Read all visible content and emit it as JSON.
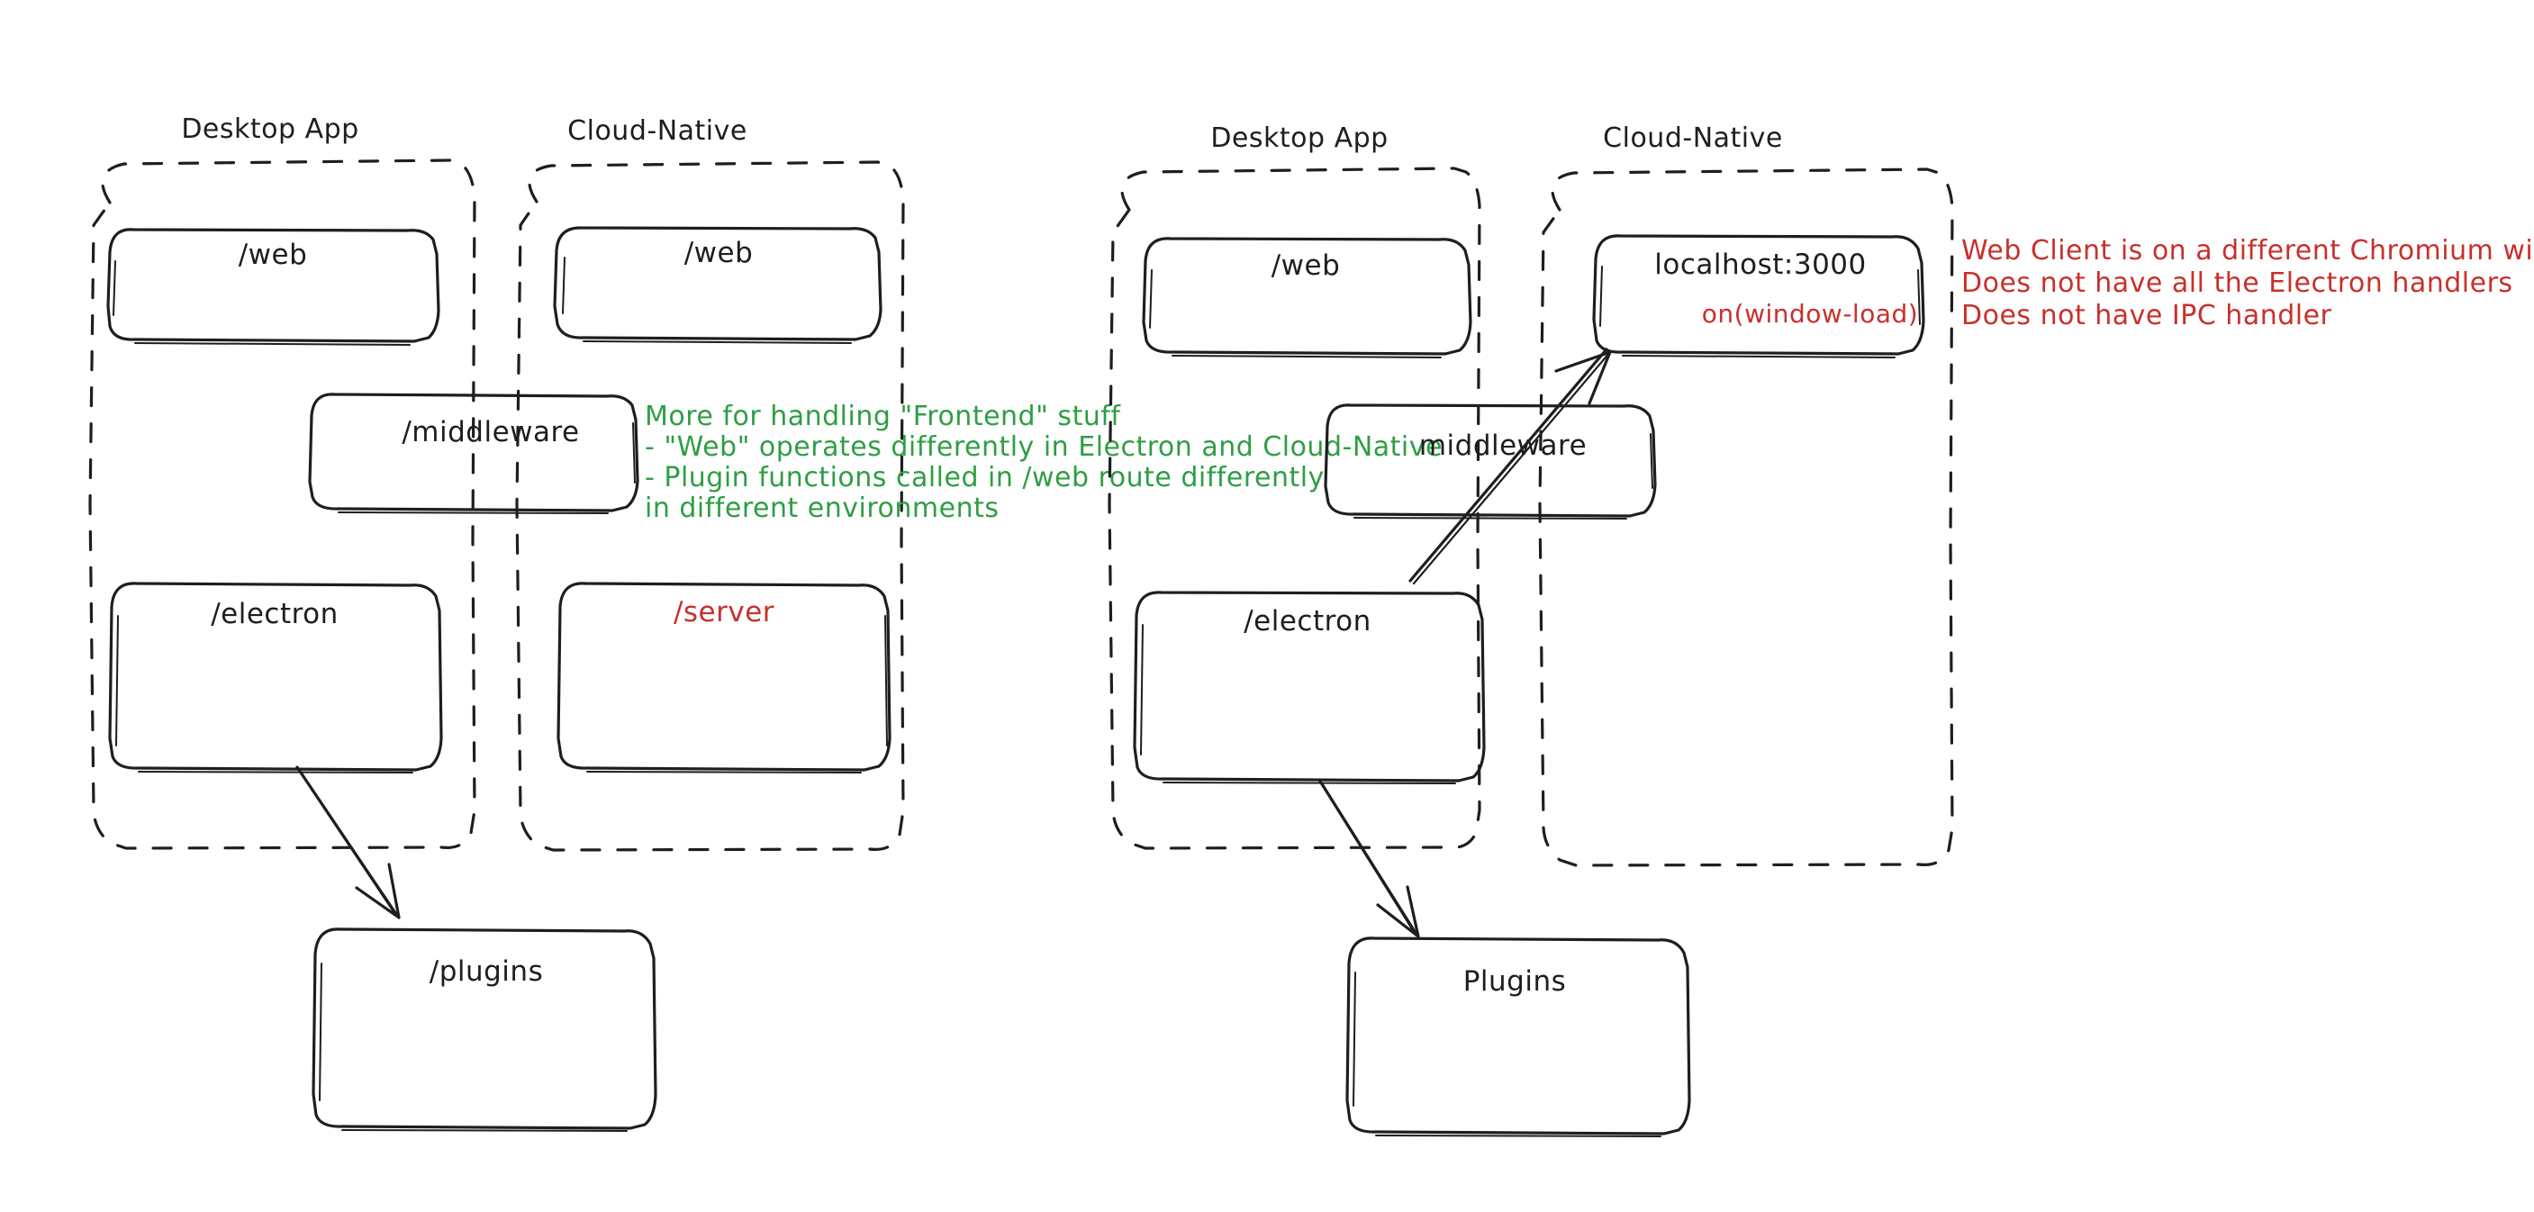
{
  "diagram": {
    "title_hidden": "",
    "colors": {
      "stroke": "#1e1e1e",
      "green": "#2f9e44",
      "red": "#c9302c",
      "background": "#ffffff"
    },
    "panels": [
      {
        "id": "left",
        "groups": [
          {
            "id": "left-desktop-app",
            "label": "Desktop App",
            "nodes": [
              {
                "id": "left-desktop-web",
                "label": "/web",
                "color": "#1e1e1e"
              },
              {
                "id": "left-electron",
                "label": "/electron",
                "color": "#1e1e1e"
              }
            ]
          },
          {
            "id": "left-cloud-native",
            "label": "Cloud-Native",
            "nodes": [
              {
                "id": "left-cloud-web",
                "label": "/web",
                "color": "#1e1e1e"
              },
              {
                "id": "left-server",
                "label": "/server",
                "color": "#c9302c"
              }
            ]
          }
        ],
        "straddling_nodes": [
          {
            "id": "left-middleware",
            "label": "/middleware",
            "color": "#1e1e1e"
          }
        ],
        "outside_nodes": [
          {
            "id": "left-plugins",
            "label": "/plugins",
            "color": "#1e1e1e"
          }
        ],
        "annotations": [
          {
            "id": "left-green-note",
            "color": "#2f9e44",
            "lines": [
              "More for handling \"Frontend\" stuff",
              "- \"Web\" operates differently in Electron and Cloud-Native",
              "- Plugin functions called in /web route differently",
              "in different environments"
            ]
          }
        ],
        "arrows": [
          {
            "id": "left-electron-to-plugins",
            "from": "left-electron",
            "to": "left-plugins"
          }
        ]
      },
      {
        "id": "right",
        "groups": [
          {
            "id": "right-desktop-app",
            "label": "Desktop App",
            "nodes": [
              {
                "id": "right-desktop-web",
                "label": "/web",
                "color": "#1e1e1e"
              },
              {
                "id": "right-electron",
                "label": "/electron",
                "color": "#1e1e1e"
              }
            ]
          },
          {
            "id": "right-cloud-native",
            "label": "Cloud-Native",
            "nodes": [
              {
                "id": "right-localhost",
                "label": "localhost:3000",
                "color": "#1e1e1e",
                "sublabel": "on(window-load)",
                "sublabel_color": "#c9302c"
              }
            ]
          }
        ],
        "straddling_nodes": [
          {
            "id": "right-middleware",
            "label": "middleware",
            "color": "#1e1e1e"
          }
        ],
        "outside_nodes": [
          {
            "id": "right-plugins",
            "label": "Plugins",
            "color": "#1e1e1e"
          }
        ],
        "annotations": [
          {
            "id": "right-red-note",
            "color": "#c9302c",
            "lines": [
              "Web Client is on a different Chromium window",
              "Does not have all the Electron handlers",
              "Does not have IPC handler"
            ]
          }
        ],
        "arrows": [
          {
            "id": "right-electron-to-localhost",
            "from": "right-electron",
            "to": "right-localhost"
          },
          {
            "id": "right-electron-to-plugins",
            "from": "right-electron",
            "to": "right-plugins"
          }
        ]
      }
    ]
  }
}
